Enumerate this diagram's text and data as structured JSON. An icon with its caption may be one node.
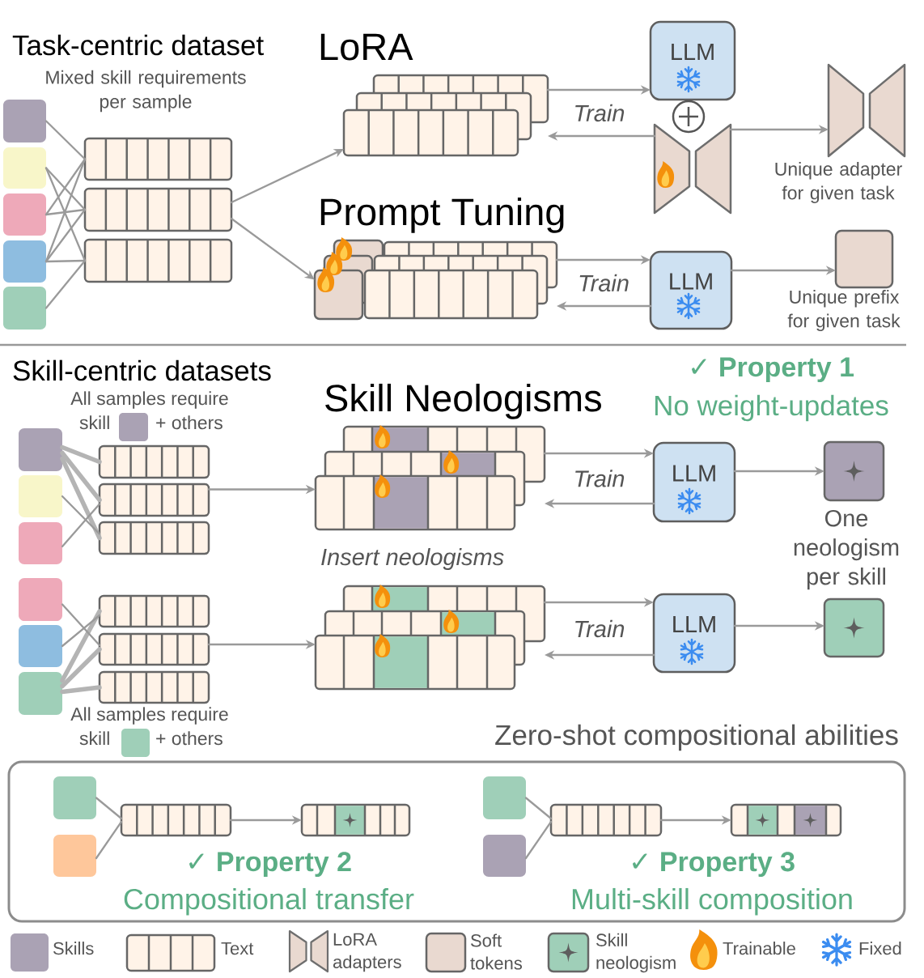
{
  "diagram": {
    "nodes": [
      {
        "text": [],
        "shape": "box"
      },
      {
        "text": [],
        "shape": "box"
      },
      {
        "text": [],
        "shape": "box"
      },
      {
        "text": [],
        "shape": "box"
      },
      {
        "text": [],
        "shape": "box"
      },
      {
        "text": [],
        "shape": "bar"
      },
      {
        "text": [],
        "shape": "bar"
      },
      {
        "text": [],
        "shape": "bar"
      },
      {
        "text": [],
        "shape": "bar"
      },
      {
        "text": [
          "LLM"
        ]
      },
      {
        "text": [],
        "shape": "trapezoid"
      },
      {
        "text": [],
        "shape": "trapezoid",
        "beside": [
          "Unique adapter for given task"
        ]
      },
      {
        "text": [],
        "shape": "bar"
      },
      {
        "text": [
          "LLM"
        ]
      },
      {
        "text": [],
        "shape": "box",
        "beside": [
          "Unique prefix for given task"
        ]
      },
      {
        "text": [],
        "shape": "box"
      },
      {
        "text": [],
        "shape": "box"
      },
      {
        "text": [],
        "shape": "box"
      },
      {
        "text": [],
        "shape": "bar"
      },
      {
        "text": [],
        "shape": "bar"
      },
      {
        "text": [],
        "shape": "bar"
      },
      {
        "text": [],
        "shape": "bar"
      },
      {
        "text": [
          "LLM"
        ]
      },
      {
        "text": [],
        "shape": "box"
      },
      {
        "text": [],
        "shape": "box"
      },
      {
        "text": [],
        "shape": "box"
      },
      {
        "text": [],
        "shape": "box"
      },
      {
        "text": [],
        "shape": "bar"
      },
      {
        "text": [],
        "shape": "bar"
      },
      {
        "text": [],
        "shape": "bar"
      },
      {
        "text": [],
        "shape": "bar"
      },
      {
        "text": [
          "LLM"
        ]
      },
      {
        "text": [],
        "shape": "box"
      },
      {
        "text": [
          "Zero-shot compositional abilities",
          "✓ Property 2",
          "Compositional transfer",
          "✓ Property 3",
          "Multi-skill composition"
        ]
      },
      {
        "text": [],
        "shape": "box",
        "in": 33
      },
      {
        "text": [],
        "shape": "box",
        "in": 33
      },
      {
        "text": [],
        "shape": "bar",
        "in": 33
      },
      {
        "text": [],
        "shape": "bar",
        "in": 33
      },
      {
        "text": [],
        "shape": "box",
        "in": 33
      },
      {
        "text": [],
        "shape": "box",
        "in": 33
      },
      {
        "text": [],
        "shape": "bar",
        "in": 33
      },
      {
        "text": [],
        "shape": "bar",
        "in": 33
      }
    ],
    "edges": [
      {
        "from": 0,
        "to": 5,
        "arrow": "none"
      },
      {
        "from": 1,
        "to": 6,
        "arrow": "none"
      },
      {
        "from": 1,
        "to": 7,
        "arrow": "none"
      },
      {
        "from": 2,
        "to": 5,
        "arrow": "none"
      },
      {
        "from": 2,
        "to": 6,
        "arrow": "none"
      },
      {
        "from": 3,
        "to": 5,
        "arrow": "none"
      },
      {
        "from": 3,
        "to": 6,
        "arrow": "none"
      },
      {
        "from": 3,
        "to": 7,
        "arrow": "none"
      },
      {
        "from": 4,
        "to": 7,
        "arrow": "none"
      },
      {
        "from": 6,
        "to": 8,
        "arrow": "to"
      },
      {
        "from": 6,
        "to": 12,
        "arrow": "to"
      },
      {
        "from": 8,
        "to": 9,
        "arrow": "to",
        "label": "Train"
      },
      {
        "from": 10,
        "to": 8,
        "arrow": "to"
      },
      {
        "from": 12,
        "to": 13,
        "arrow": "to",
        "label": "Train"
      },
      {
        "from": 13,
        "to": 12,
        "arrow": "to"
      },
      {
        "from": 10,
        "to": 11,
        "arrow": "to"
      },
      {
        "from": 13,
        "to": 14,
        "arrow": "to"
      },
      {
        "from": 15,
        "to": 18,
        "arrow": "none",
        "style": "thick",
        "color": "#b4b4b4"
      },
      {
        "from": 15,
        "to": 19,
        "arrow": "none",
        "style": "thick",
        "color": "#b4b4b4"
      },
      {
        "from": 15,
        "to": 20,
        "arrow": "none",
        "style": "thick",
        "color": "#b4b4b4"
      },
      {
        "from": 16,
        "to": 20,
        "arrow": "none"
      },
      {
        "from": 17,
        "to": 19,
        "arrow": "none"
      },
      {
        "from": 19,
        "to": 21,
        "arrow": "to"
      },
      {
        "from": 21,
        "to": 22,
        "arrow": "to",
        "label": "Train"
      },
      {
        "from": 22,
        "to": 21,
        "arrow": "to"
      },
      {
        "from": 22,
        "to": 23,
        "arrow": "to"
      },
      {
        "from": 24,
        "to": 28,
        "arrow": "none"
      },
      {
        "from": 25,
        "to": 27,
        "arrow": "none"
      },
      {
        "from": 26,
        "to": 27,
        "arrow": "none",
        "style": "thick",
        "color": "#b4b4b4"
      },
      {
        "from": 26,
        "to": 28,
        "arrow": "none",
        "style": "thick",
        "color": "#b4b4b4"
      },
      {
        "from": 26,
        "to": 29,
        "arrow": "none",
        "style": "thick",
        "color": "#b4b4b4"
      },
      {
        "from": 28,
        "to": 30,
        "arrow": "to"
      },
      {
        "from": 30,
        "to": 31,
        "arrow": "to",
        "label": "Train"
      },
      {
        "from": 31,
        "to": 30,
        "arrow": "to"
      },
      {
        "from": 31,
        "to": 32,
        "arrow": "to"
      },
      {
        "from": 34,
        "to": 36,
        "arrow": "none"
      },
      {
        "from": 35,
        "to": 36,
        "arrow": "none"
      },
      {
        "from": 36,
        "to": 37,
        "arrow": "to"
      },
      {
        "from": 38,
        "to": 40,
        "arrow": "none"
      },
      {
        "from": 39,
        "to": 40,
        "arrow": "none"
      },
      {
        "from": 40,
        "to": 41,
        "arrow": "to"
      }
    ],
    "labels": [
      "Task-centric dataset",
      "Mixed skill requirements per sample",
      "LoRA",
      "Prompt Tuning",
      "Skill-centric datasets",
      "All samples require",
      "skill",
      "+ others",
      "Skill Neologisms",
      "✓ Property 1",
      "No weight-updates",
      "Insert neologisms",
      "One neologism per skill",
      "All samples require",
      "skill",
      "+ others"
    ],
    "legend": [
      {
        "text": "Skills",
        "color": "#aaa2b4"
      },
      {
        "text": "Text"
      },
      {
        "text": "LoRA adapters"
      },
      {
        "text": "Soft tokens",
        "color": "#e9d9d0"
      },
      {
        "text": "Skill neologism"
      },
      {
        "text": "Trainable"
      },
      {
        "text": "Fixed"
      }
    ]
  }
}
